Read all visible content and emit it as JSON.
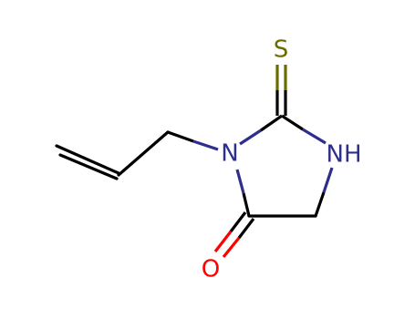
{
  "colors": {
    "background": "#ffffff",
    "carbon_bond": "#000000",
    "nitrogen": "#2e2e8e",
    "sulfur": "#6b6b00",
    "oxygen": "#ff0000"
  },
  "atoms": {
    "sulfur": {
      "symbol": "S"
    },
    "nitrogen_ring": {
      "symbol": "N"
    },
    "nitrogen_h": {
      "symbol": "NH"
    },
    "oxygen": {
      "symbol": "O"
    }
  }
}
